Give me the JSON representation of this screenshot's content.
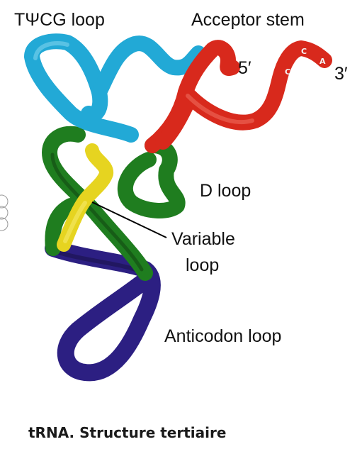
{
  "colors": {
    "tpsi_loop": "#22a9d6",
    "acceptor_stem": "#d8291c",
    "d_loop": "#1f7d1f",
    "variable_loop": "#e6d420",
    "anticodon_loop": "#2c1f82",
    "pointer": "#000000"
  },
  "labels": {
    "tpsi_loop": "TΨCG loop",
    "acceptor_stem": "Acceptor stem",
    "five_prime": "5′",
    "three_prime": "3′",
    "d_loop": "D loop",
    "variable_loop_line1": "Variable",
    "variable_loop_line2": "loop",
    "anticodon_loop": "Anticodon loop"
  },
  "nucleotides": [
    "C",
    "C",
    "A"
  ],
  "caption": "tRNA. Structure tertiaire"
}
